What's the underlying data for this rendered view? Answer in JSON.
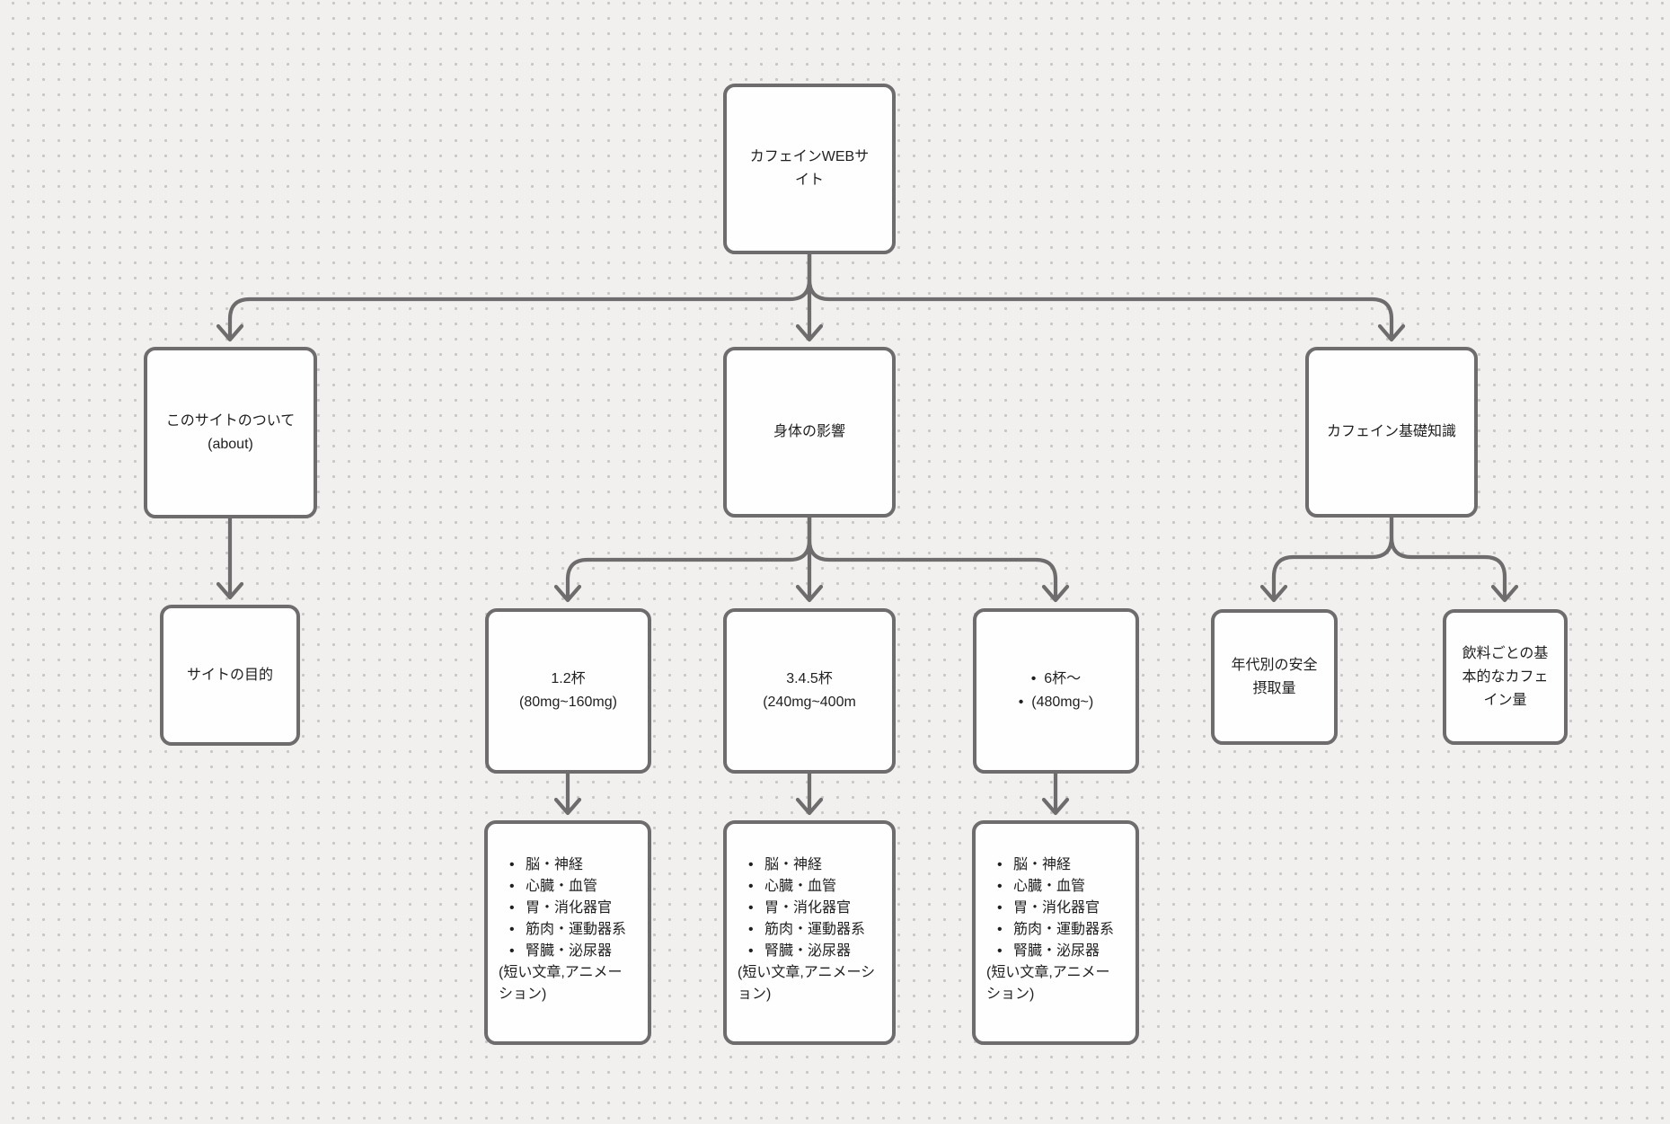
{
  "app": {
    "type": "flowchart-whiteboard"
  },
  "colors": {
    "canvas_background": "#f1f0ee",
    "grid_dot": "#c9c7c5",
    "stroke": "#6e6c6c",
    "node_fill": "#fefefe",
    "text": "#1f1f1f"
  },
  "nodes": {
    "root": {
      "label": "カフェインWEBサイト"
    },
    "about": {
      "line1": "このサイトのついて",
      "line2": "(about)"
    },
    "body_effects": {
      "label": "身体の影響"
    },
    "basics": {
      "label": "カフェイン基礎知識"
    },
    "site_purpose": {
      "label": "サイトの目的"
    },
    "cups_1_2": {
      "line1": "1.2杯",
      "line2": "(80mg~160mg)"
    },
    "cups_3_4_5": {
      "line1": "3.4.5杯",
      "line2": "(240mg~400m"
    },
    "cups_6": {
      "bullets": [
        "6杯〜",
        "(480mg~)"
      ]
    },
    "age_safe": {
      "label": "年代別の安全摂取量"
    },
    "drink_caffeine": {
      "label": "飲料ごとの基本的なカフェイン量"
    },
    "effects_list": {
      "bullets": [
        "脳・神経",
        "心臓・血管",
        "胃・消化器官",
        "筋肉・運動器系",
        "腎臓・泌尿器"
      ],
      "note": "(短い文章,アニメーション)"
    }
  }
}
